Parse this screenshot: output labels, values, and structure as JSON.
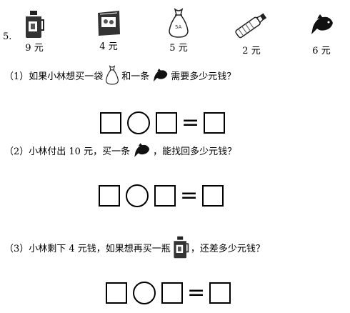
{
  "problem_number": "5.",
  "items": [
    {
      "name": "juice-bottle",
      "price": "9 元"
    },
    {
      "name": "snack-box",
      "price": "4 元"
    },
    {
      "name": "rice-bag",
      "price": "5 元"
    },
    {
      "name": "water-bottle",
      "price": "2 元"
    },
    {
      "name": "fish",
      "price": "6 元"
    }
  ],
  "questions": [
    {
      "before": "（1）如果小林想买一袋",
      "middle": "和一条",
      "after": "需要多少元钱？"
    },
    {
      "before": "（2）小林付出 10 元，买一条",
      "after": "，能找回多少元钱？"
    },
    {
      "before": "（3）小林剩下 4 元钱，如果想再买一瓶",
      "after": "，还差多少元钱？"
    }
  ],
  "equation": {
    "equals": "="
  }
}
